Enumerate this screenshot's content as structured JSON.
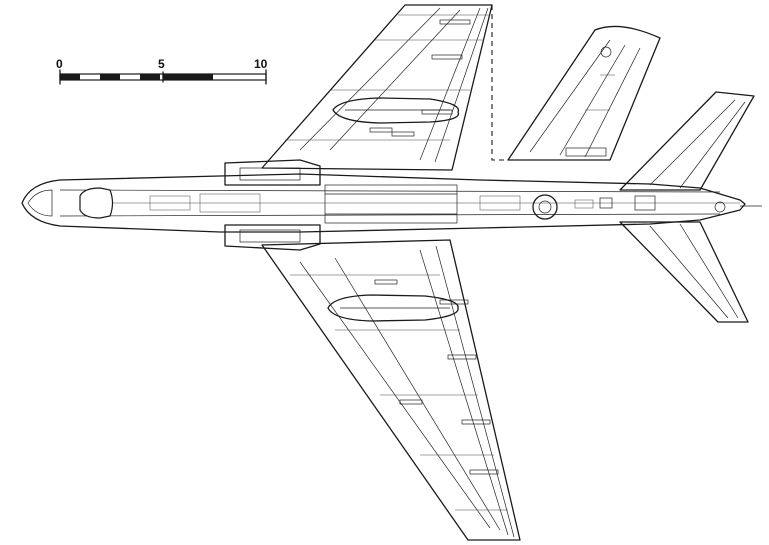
{
  "scale_bar": {
    "labels": [
      "0",
      "5",
      "10"
    ]
  }
}
